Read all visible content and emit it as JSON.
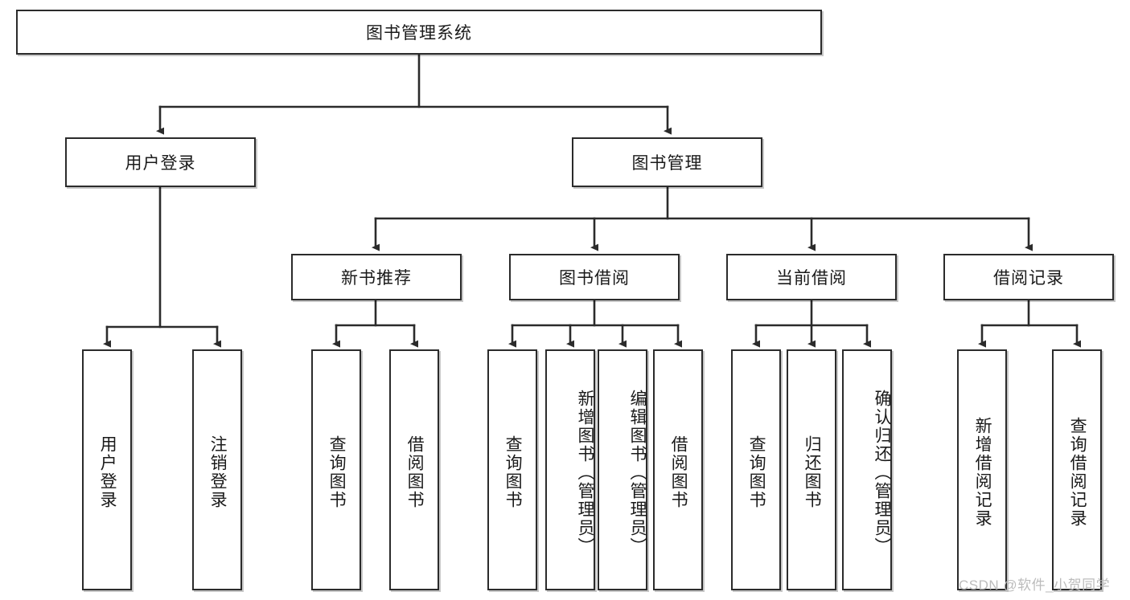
{
  "diagram": {
    "title": "图书管理系统",
    "type": "tree-hierarchy",
    "root": {
      "label": "图书管理系统"
    },
    "level2": [
      {
        "label": "用户登录"
      },
      {
        "label": "图书管理"
      }
    ],
    "level3": [
      {
        "label": "新书推荐"
      },
      {
        "label": "图书借阅"
      },
      {
        "label": "当前借阅"
      },
      {
        "label": "借阅记录"
      }
    ],
    "leaves": {
      "user_login": [
        {
          "label": "用户登录"
        },
        {
          "label": "注销登录"
        }
      ],
      "new_book_recommend": [
        {
          "label": "查询图书"
        },
        {
          "label": "借阅图书"
        }
      ],
      "book_borrow": [
        {
          "label": "查询图书"
        },
        {
          "label": "新增图书（管理员）"
        },
        {
          "label": "编辑图书（管理员）"
        },
        {
          "label": "借阅图书"
        }
      ],
      "current_borrow": [
        {
          "label": "查询图书"
        },
        {
          "label": "归还图书"
        },
        {
          "label": "确认归还（管理员）"
        }
      ],
      "borrow_record": [
        {
          "label": "新增借阅记录"
        },
        {
          "label": "查询借阅记录"
        }
      ]
    }
  },
  "watermark": {
    "text": "CSDN @软件_小贺同学"
  },
  "colors": {
    "stroke": "#2b2b2b",
    "fill": "#ffffff",
    "text": "#1a1a1a",
    "watermark": "#bcbcbc"
  }
}
